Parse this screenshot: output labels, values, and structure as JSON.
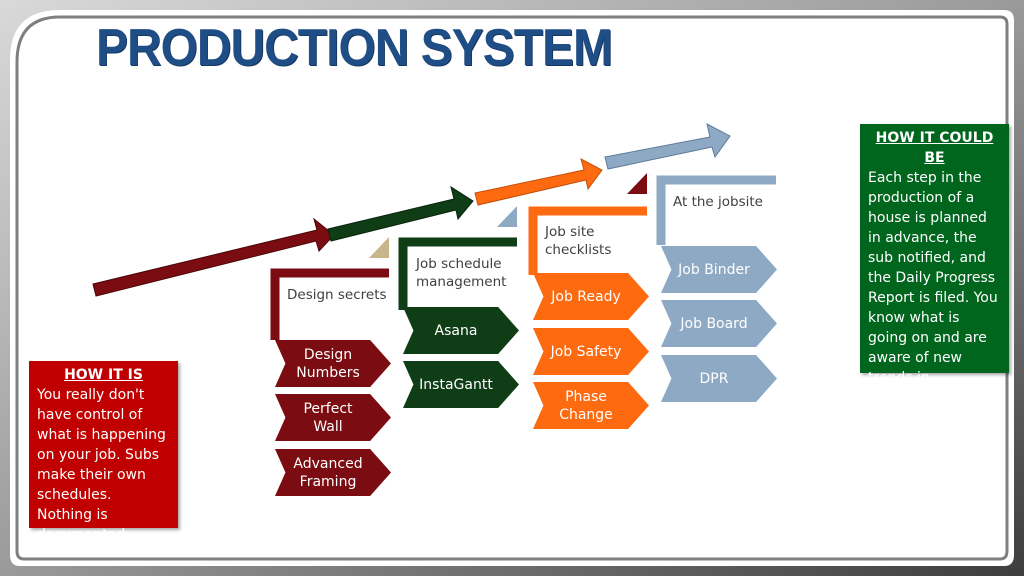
{
  "title": "PRODUCTION SYSTEM",
  "how_it_is": {
    "header": "HOW IT IS",
    "body": "You really don't have control of what is happening on your job. Subs make their own schedules. Nothing is documented."
  },
  "how_it_could_be": {
    "header": "HOW IT COULD BE",
    "body": "Each step in the production of a house is planned in advance, the sub notified, and the Daily Progress Report is filed. You know what is going on and are aware of new trends in construction."
  },
  "steps": [
    {
      "label": "Design secrets",
      "color": "#7b0c12",
      "items": [
        "Design Numbers",
        "Perfect Wall",
        "Advanced Framing"
      ]
    },
    {
      "label": "Job schedule management",
      "color": "#0f3d16",
      "items": [
        "Asana",
        "InstaGantt"
      ]
    },
    {
      "label": "Job site checklists",
      "color": "#fe6a10",
      "items": [
        "Job Ready",
        "Job Safety",
        "Phase Change"
      ]
    },
    {
      "label": "At the jobsite",
      "color": "#8ea9c4",
      "items": [
        "Job Binder",
        "Job Board",
        "DPR"
      ]
    }
  ],
  "colors": {
    "title": "#1f4e86",
    "how_it_is_bg": "#c00000",
    "how_it_could_be_bg": "#00661e",
    "arrow_red": "#7b0c12",
    "arrow_green": "#0f3d16",
    "arrow_orange": "#fe6a10",
    "arrow_blue": "#8ea9c4",
    "triangle_tan": "#c9b58a",
    "triangle_lightblue": "#8ea9c4",
    "triangle_red": "#7b0c12"
  }
}
